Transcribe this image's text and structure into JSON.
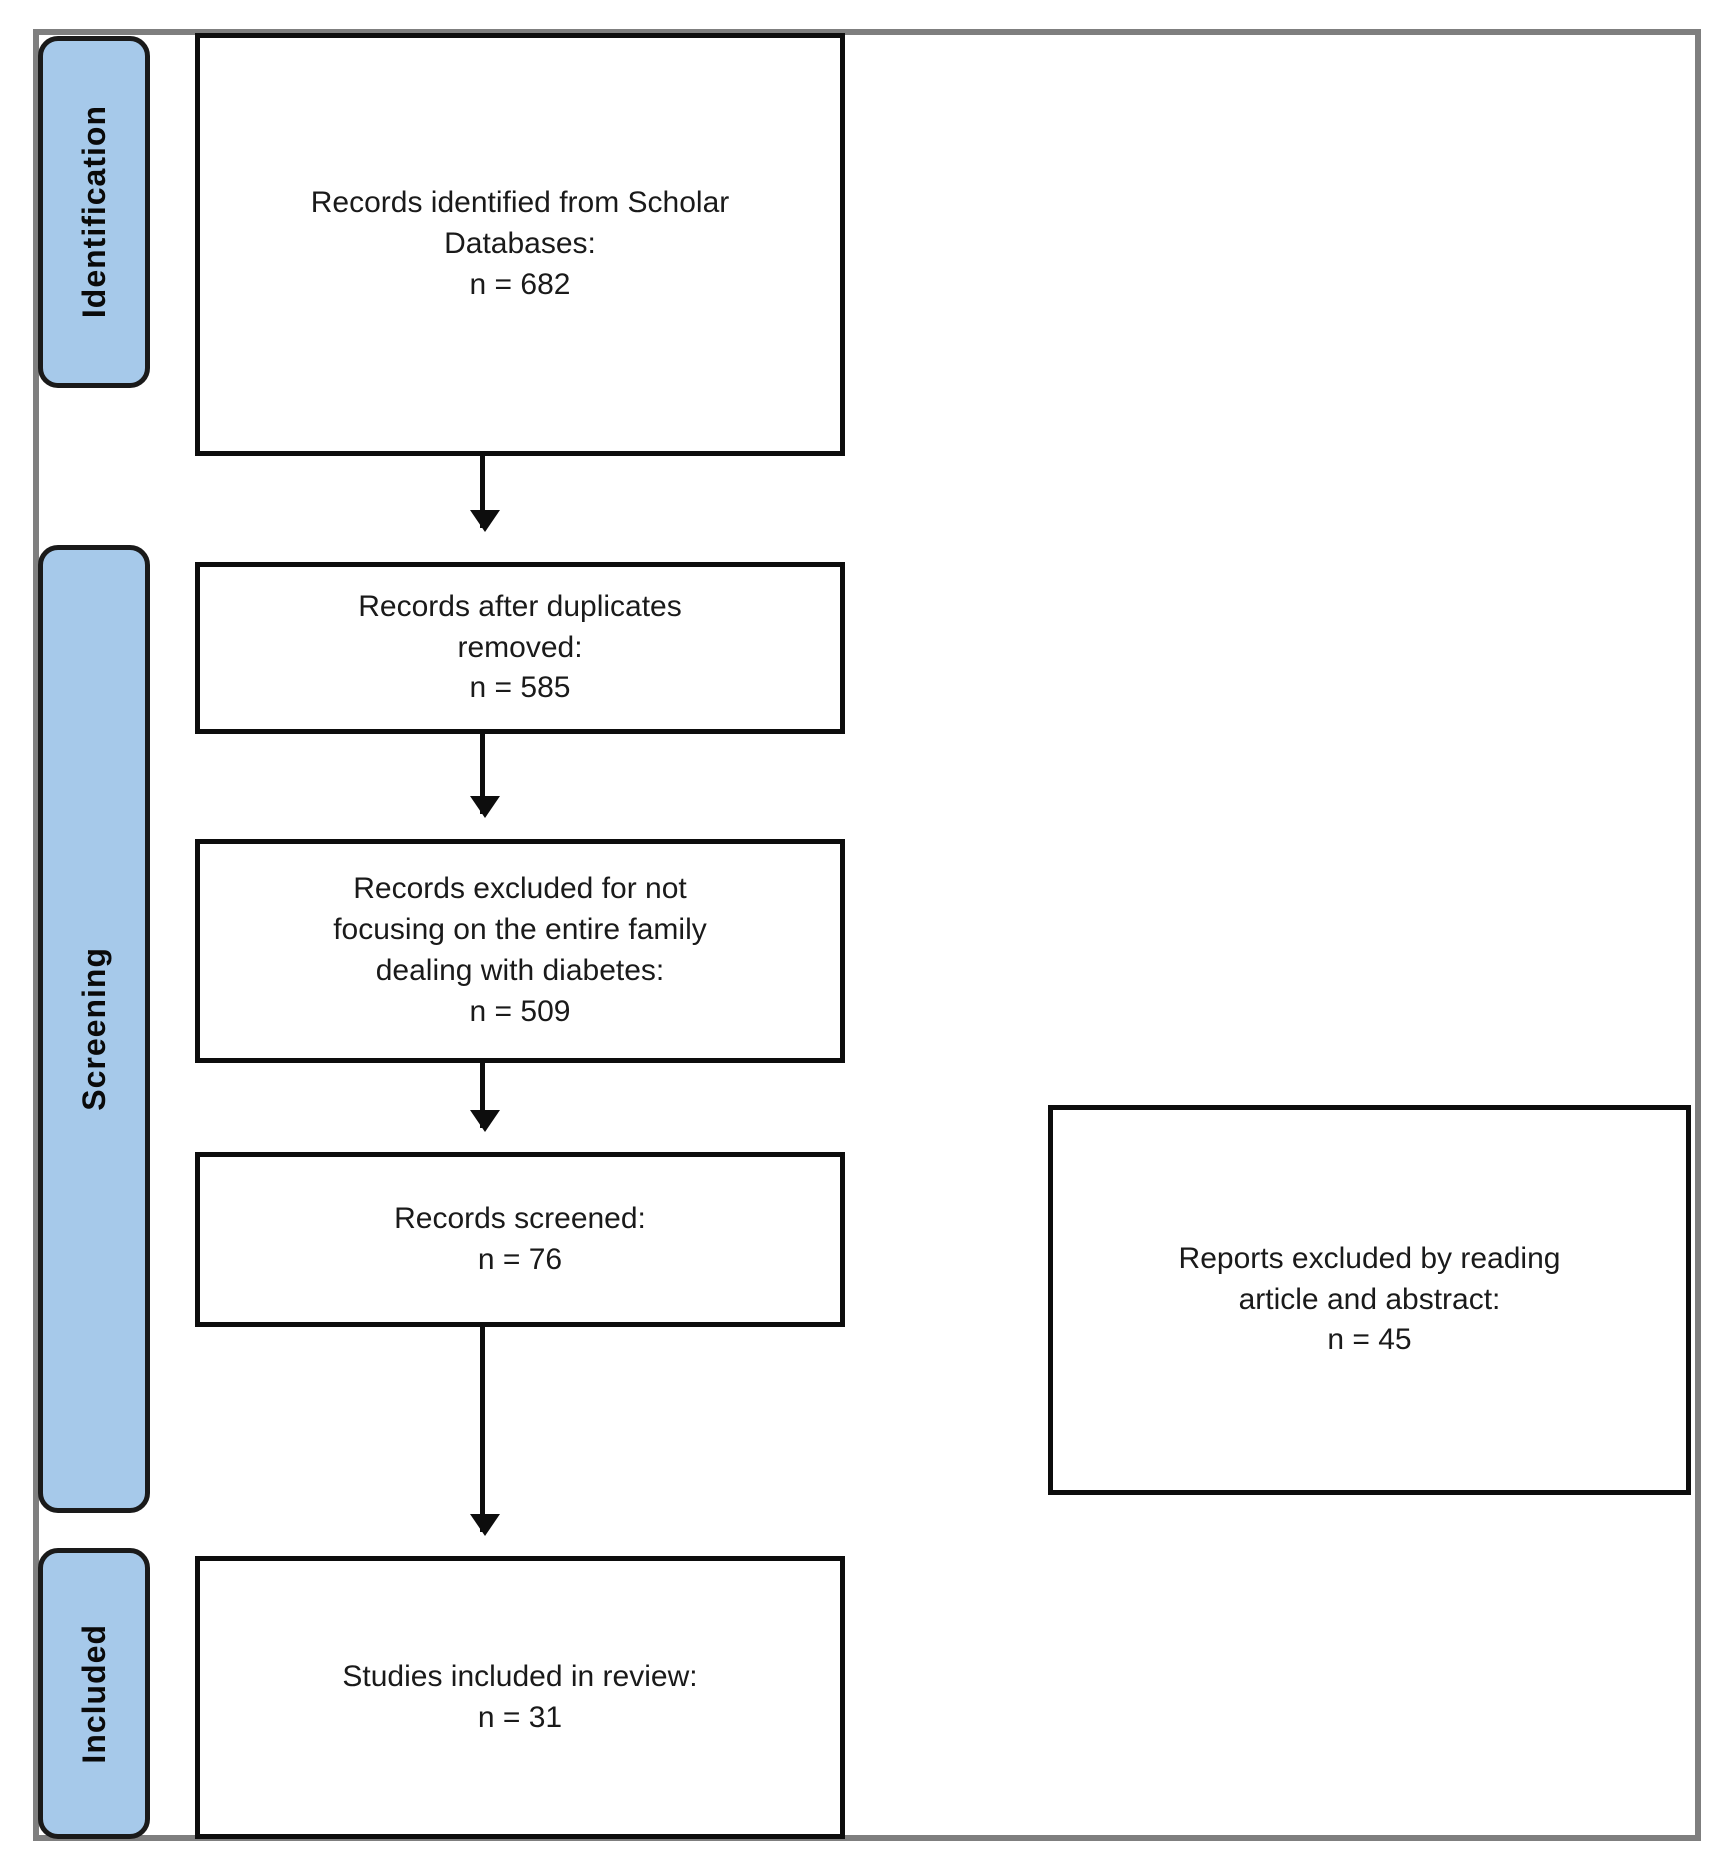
{
  "figure": {
    "type": "prisma-flow-diagram",
    "frame_color": "#7f7f7f",
    "stage_fill_color": "#a6c9ea",
    "box_border_color": "#0d0d0d"
  },
  "stages": [
    {
      "id": "identification",
      "label": "Identification"
    },
    {
      "id": "screening",
      "label": "Screening"
    },
    {
      "id": "included",
      "label": "Included"
    }
  ],
  "boxes": {
    "identified": {
      "text": "Records identified from Scholar\nDatabases:\nn = 682",
      "label": "Records identified from Scholar Databases:",
      "n": 682
    },
    "duplicates_removed": {
      "text": "Records after duplicates\nremoved:\nn = 585",
      "label": "Records after duplicates removed:",
      "n": 585
    },
    "excluded_not_focusing": {
      "text": "Records excluded for not\nfocusing on the entire family\ndealing with diabetes:\nn = 509",
      "label": "Records excluded for not focusing on the entire family dealing with diabetes:",
      "n": 509
    },
    "records_screened": {
      "text": "Records screened:\nn = 76",
      "label": "Records screened:",
      "n": 76
    },
    "reports_excluded": {
      "text": "Reports excluded by reading\narticle and abstract:\nn = 45",
      "label": "Reports excluded by reading article and abstract:",
      "n": 45
    },
    "studies_included": {
      "text": "Studies included in review:\nn = 31",
      "label": "Studies included in review:",
      "n": 31
    }
  },
  "connectors": [
    {
      "id": "arrow-1",
      "from": "identified",
      "to": "duplicates_removed"
    },
    {
      "id": "arrow-2",
      "from": "duplicates_removed",
      "to": "excluded_not_focusing"
    },
    {
      "id": "arrow-3",
      "from": "excluded_not_focusing",
      "to": "records_screened"
    },
    {
      "id": "arrow-4",
      "from": "records_screened",
      "to": "studies_included"
    }
  ]
}
